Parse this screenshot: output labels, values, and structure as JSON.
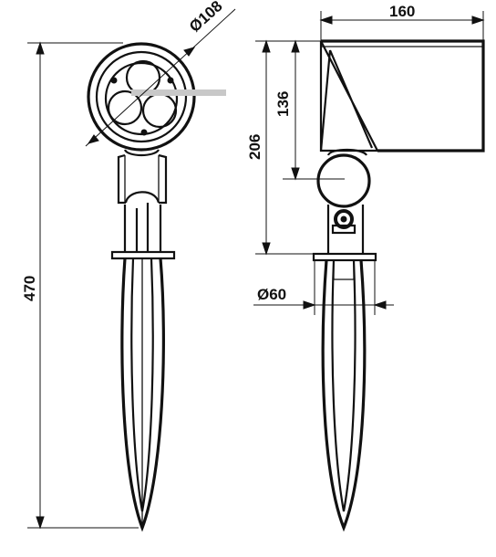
{
  "drawing": {
    "front_view": {
      "diameter_label": "Ø108",
      "height_label": "470"
    },
    "side_view": {
      "width_label": "160",
      "head_height_label": "136",
      "total_head_label": "206",
      "spike_diameter_label": "Ø60"
    }
  }
}
